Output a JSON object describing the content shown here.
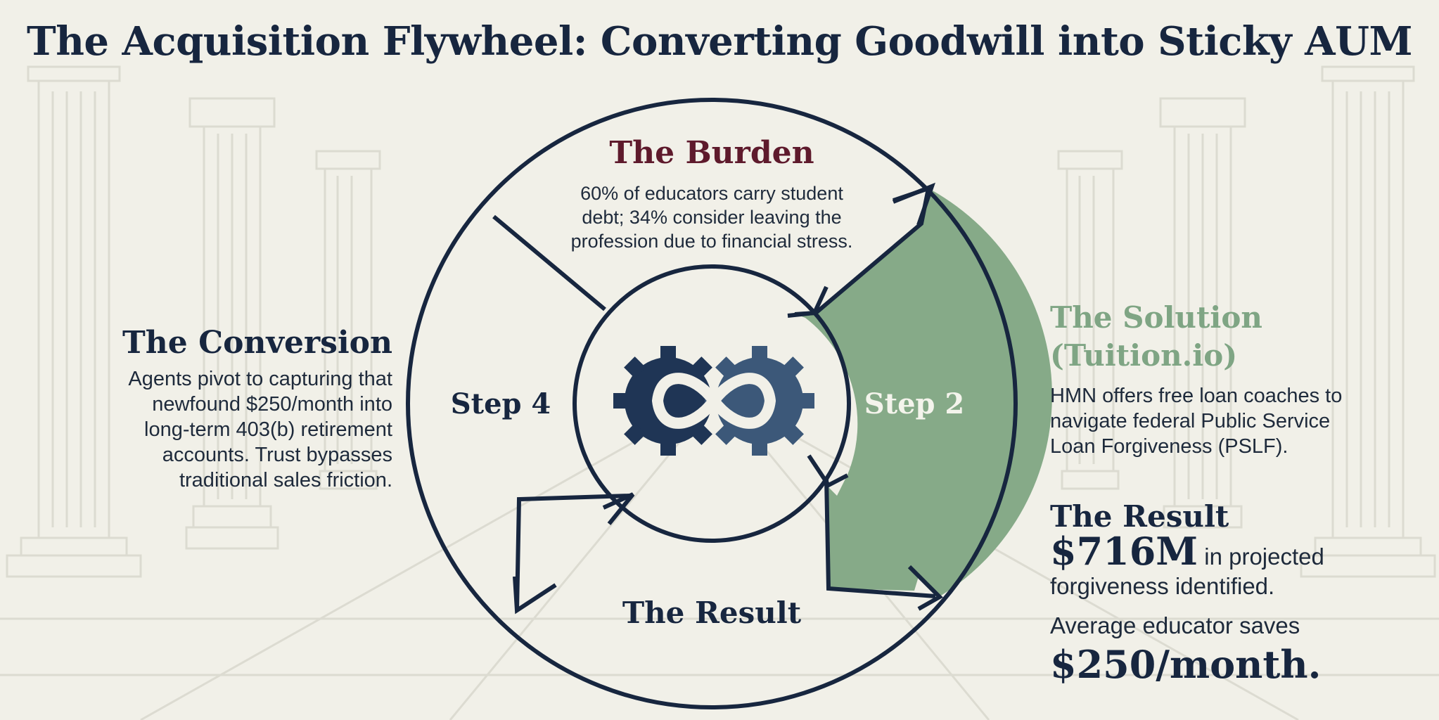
{
  "title": "The Acquisition Flywheel: Converting Goodwill into Sticky AUM",
  "wheel": {
    "burden": {
      "heading": "The Burden",
      "lines": [
        "60% of educators carry student",
        "debt; 34% consider leaving the",
        "profession due to financial stress."
      ]
    },
    "step_left": "Step 4",
    "step_right": "Step 2",
    "bottom": "The Result",
    "center_icon": "infinity-gears-icon"
  },
  "conversion": {
    "heading": "The Conversion",
    "lines": [
      "Agents pivot to capturing that",
      "newfound $250/month into",
      "long-term 403(b) retirement",
      "accounts. Trust bypasses",
      "traditional sales friction."
    ]
  },
  "solution": {
    "heading": "The Solution",
    "subheading": "(Tuition.io)",
    "lines": [
      "HMN offers free loan coaches to",
      "navigate federal Public Service",
      "Loan Forgiveness (PSLF)."
    ]
  },
  "result": {
    "heading": "The Result",
    "amount": "$716M",
    "amount_suffix": " in projected",
    "line2": "forgiveness identified.",
    "line3": "Average educator saves",
    "monthly": "$250/month."
  },
  "colors": {
    "navy": "#17263f",
    "green": "#86aa88",
    "green_text": "#7fa584",
    "burgundy": "#5e1a2c",
    "background": "#f1f0e8"
  }
}
